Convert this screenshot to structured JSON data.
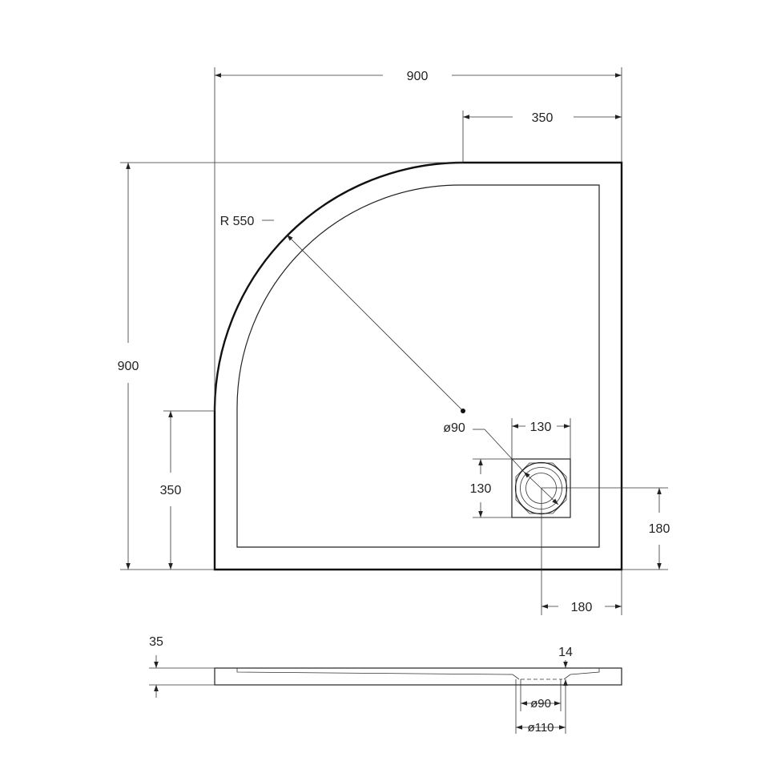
{
  "plan_view": {
    "overall_width": "900",
    "overall_depth": "900",
    "straight_top": "350",
    "straight_left": "350",
    "radius": "R 550",
    "drain_diameter": "ø90",
    "drain_box_width": "130",
    "drain_box_height": "130",
    "drain_offset_right": "180",
    "drain_offset_bottom": "180"
  },
  "section_view": {
    "height": "35",
    "slope_depth": "14",
    "drain_inner_diameter": "ø90",
    "drain_outer_diameter": "ø110"
  }
}
